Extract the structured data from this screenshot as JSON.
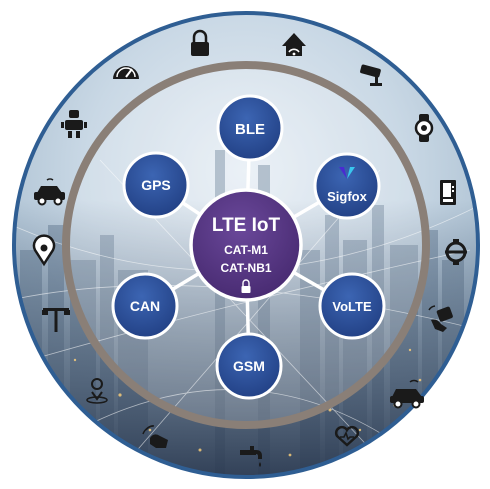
{
  "center": {
    "title": "LTE IoT",
    "line1": "CAT-M1",
    "line2": "CAT-NB1",
    "icon": "lock-icon"
  },
  "nodes": [
    {
      "id": "ble",
      "label": "BLE"
    },
    {
      "id": "sigfox",
      "label": "Sigfox",
      "icon": "sigfox-logo"
    },
    {
      "id": "volte",
      "label": "VoLTE"
    },
    {
      "id": "gsm",
      "label": "GSM"
    },
    {
      "id": "can",
      "label": "CAN"
    },
    {
      "id": "gps",
      "label": "GPS"
    }
  ],
  "ring_icons": [
    "padlock-icon",
    "smart-home-icon",
    "security-camera-icon",
    "smartwatch-icon",
    "vending-machine-icon",
    "connected-device-icon",
    "smart-meter-icon",
    "connected-car-icon",
    "healthcare-heart-icon",
    "smart-water-tap-icon",
    "hand-wireless-icon",
    "location-person-icon",
    "street-light-icon",
    "location-pin-icon",
    "car-icon",
    "robot-icon",
    "dashboard-gauge-icon"
  ],
  "colors": {
    "node_fill": "#2c4f98",
    "node_stroke": "#ffffff",
    "center_fill": "#5a3a86",
    "spoke": "#ffffff",
    "outer_border": "#2f5e93",
    "mid_ring": "#8a7f77",
    "icon_color": "#1a1a1a",
    "sigfox_a": "#4a2bd1",
    "sigfox_b": "#39c7ef"
  }
}
